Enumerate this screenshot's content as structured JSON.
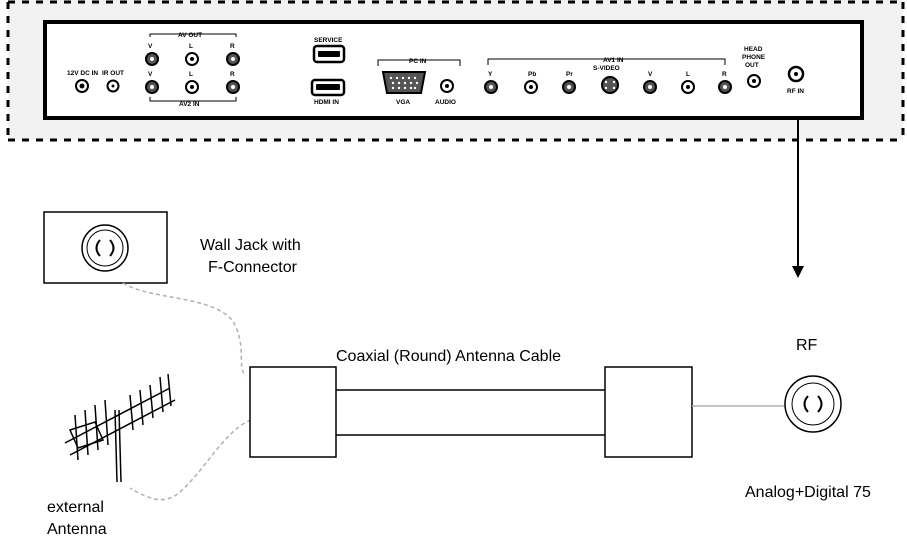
{
  "panel": {
    "dc_in": "12V DC IN",
    "ir_out": "IR OUT",
    "av_out": "AV OUT",
    "av2_in": "AV2 IN",
    "v": "V",
    "l": "L",
    "r": "R",
    "service": "SERVICE",
    "hdmi_in": "HDMI IN",
    "pc_in": "PC IN",
    "vga": "VGA",
    "audio": "AUDIO",
    "av1_in": "AV1 IN",
    "y": "Y",
    "pb": "Pb",
    "pr": "Pr",
    "s_video": "S-VIDEO",
    "headphone_line1": "HEAD",
    "headphone_line2": "PHONE",
    "headphone_line3": "OUT",
    "rf_in": "RF IN"
  },
  "labels": {
    "wall_jack_line1": "Wall Jack with",
    "wall_jack_line2": "F-Connector",
    "cable": "Coaxial (Round) Antenna Cable",
    "rf": "RF",
    "analog_digital": "Analog+Digital 75",
    "antenna_line1": "external",
    "antenna_line2": "Antenna"
  },
  "colors": {
    "panel_bg": "#f2f2f2",
    "line": "#000000",
    "dotted_cable": "#b0b0b0"
  }
}
